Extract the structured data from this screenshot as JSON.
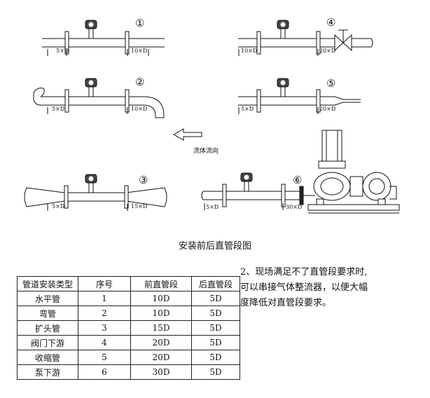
{
  "diagrams": [
    {
      "num": "①",
      "up": "5×D",
      "down": "10×D"
    },
    {
      "num": "②",
      "up": "5×D",
      "down": "10×D"
    },
    {
      "num": "③",
      "up": "5×D",
      "down": "15×D"
    },
    {
      "num": "④",
      "up": "10×D",
      "down": "20×D"
    },
    {
      "num": "⑤",
      "up": "5×D",
      "down": "20×D"
    },
    {
      "num": "⑥",
      "up": "5×D",
      "down": "30×D"
    }
  ],
  "flow_label": "流体流向",
  "caption": "安装前后直管段图",
  "table": {
    "headers": [
      "管道安装类型",
      "序号",
      "前直管段",
      "后直管段"
    ],
    "rows": [
      [
        "水平管",
        "1",
        "10D",
        "5D"
      ],
      [
        "弯管",
        "2",
        "10D",
        "5D"
      ],
      [
        "扩头管",
        "3",
        "15D",
        "5D"
      ],
      [
        "阀门下游",
        "4",
        "20D",
        "5D"
      ],
      [
        "收缩管",
        "5",
        "20D",
        "5D"
      ],
      [
        "泵下游",
        "6",
        "30D",
        "5D"
      ]
    ]
  },
  "note_lines": [
    "2、现场满足不了直管段要求时,",
    "可以串接气体整流器，以便大幅",
    "度降低对直管段要求。"
  ]
}
